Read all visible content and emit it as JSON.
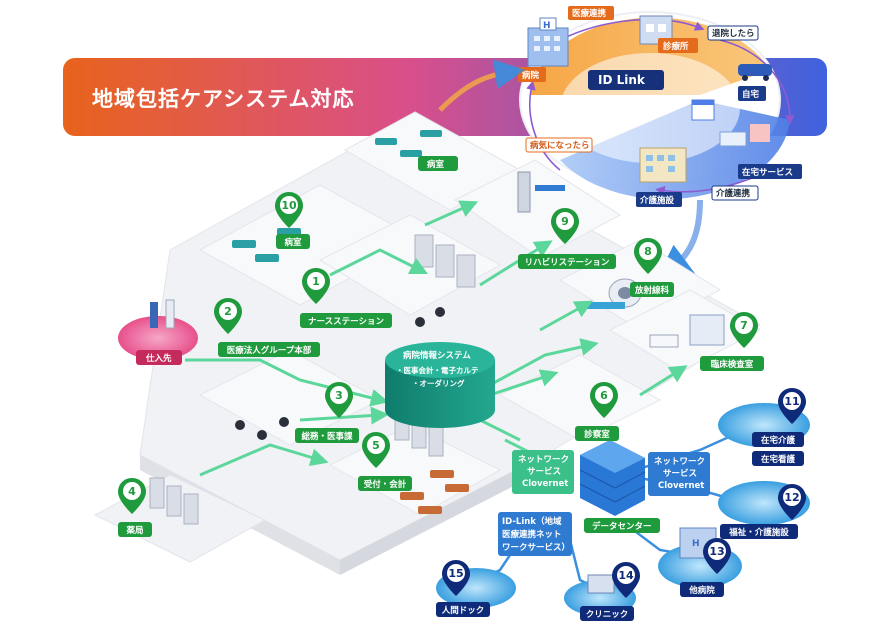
{
  "banner": {
    "title": "地域包括ケアシステム対応"
  },
  "community": {
    "center": "ID Link",
    "nodes": {
      "hospital": "病院",
      "clinic": "診療所",
      "home": "自宅",
      "home_service": "在宅サービス",
      "care_facility": "介護施設"
    },
    "flows": {
      "medical_link": "医療連携",
      "discharged": "退院したら",
      "care_link": "介護連携",
      "got_sick": "病気になったら"
    }
  },
  "rooms": [
    {
      "num": "1",
      "label": "ナースステーション"
    },
    {
      "num": "2",
      "label": "医療法人グループ本部"
    },
    {
      "num": "3",
      "label": "総務・医事課"
    },
    {
      "num": "4",
      "label": "薬局"
    },
    {
      "num": "5",
      "label": "受付・会計"
    },
    {
      "num": "6",
      "label": "診察室"
    },
    {
      "num": "7",
      "label": "臨床検査室"
    },
    {
      "num": "8",
      "label": "放射線科"
    },
    {
      "num": "9",
      "label": "リハビリステーション"
    },
    {
      "num": "10",
      "label": "病室"
    },
    {
      "num": "11",
      "label": "在宅介護",
      "label2": "在宅看護"
    },
    {
      "num": "12",
      "label": "福祉・介護施設"
    },
    {
      "num": "13",
      "label": "他病院"
    },
    {
      "num": "14",
      "label": "クリニック"
    },
    {
      "num": "15",
      "label": "人間ドック"
    }
  ],
  "extra_labels": {
    "ward": "病室",
    "supplier": "仕入先"
  },
  "central_db": {
    "line1": "病院情報システム",
    "line2": "・医事会計・電子カルテ",
    "line3": "・オーダリング"
  },
  "network_left": {
    "line1": "ネットワーク",
    "line2": "サービス",
    "line3": "Clovernet"
  },
  "network_right": {
    "line1": "ネットワーク",
    "line2": "サービス",
    "line3": "Clovernet"
  },
  "datacenter": {
    "label": "データセンター"
  },
  "idlink_service": {
    "line1": "ID-Link（地域",
    "line2": "医療連携ネット",
    "line3": "ワークサービス）"
  },
  "colors": {
    "pin_green": "#1f9a3c",
    "pin_navy": "#0f2a78",
    "banner_start": "#e8631c",
    "banner_end": "#4a63d9",
    "flow_green": "#5cd79b"
  }
}
